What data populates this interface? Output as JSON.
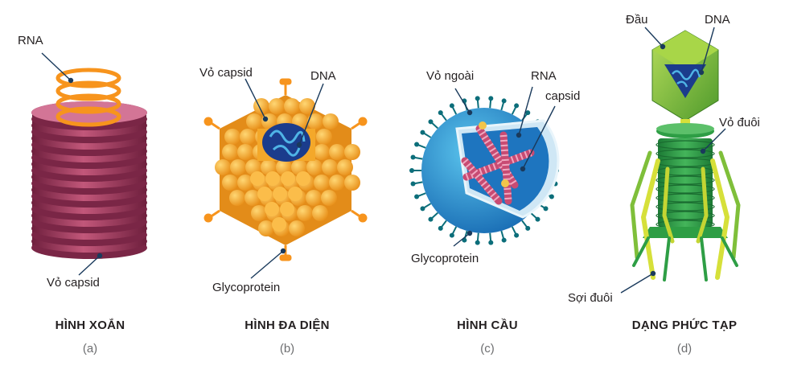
{
  "panels": [
    {
      "id": "a",
      "title": "HÌNH XOẮN",
      "letter": "(a)",
      "labels": {
        "rna": "RNA",
        "capsid": "Vỏ capsid"
      }
    },
    {
      "id": "b",
      "title": "HÌNH ĐA DIỆN",
      "letter": "(b)",
      "labels": {
        "capsid": "Vỏ capsid",
        "dna": "DNA",
        "glycoprotein": "Glycoprotein"
      }
    },
    {
      "id": "c",
      "title": "HÌNH CẦU",
      "letter": "(c)",
      "labels": {
        "envelope": "Vỏ ngoài",
        "rna": "RNA",
        "capsid": "capsid",
        "glycoprotein": "Glycoprotein"
      }
    },
    {
      "id": "d",
      "title": "DẠNG PHỨC TẠP",
      "letter": "(d)",
      "labels": {
        "head": "Đầu",
        "dna": "DNA",
        "tail_sheath": "Vỏ đuôi",
        "tail_fiber": "Sợi đuôi"
      }
    }
  ],
  "colors": {
    "helical_body": "#a5405f",
    "helical_rna": "#f7941d",
    "polyhedral": "#f9b233",
    "polyhedral_core": "#1b3c8c",
    "sphere": "#1f8fd4",
    "sphere_spikes": "#0c6e7a",
    "phage_head": "#8dc63f",
    "phage_tail": "#2e9e45",
    "phage_fiber": "#d6e03a",
    "leader_line": "#1a3a5c"
  }
}
